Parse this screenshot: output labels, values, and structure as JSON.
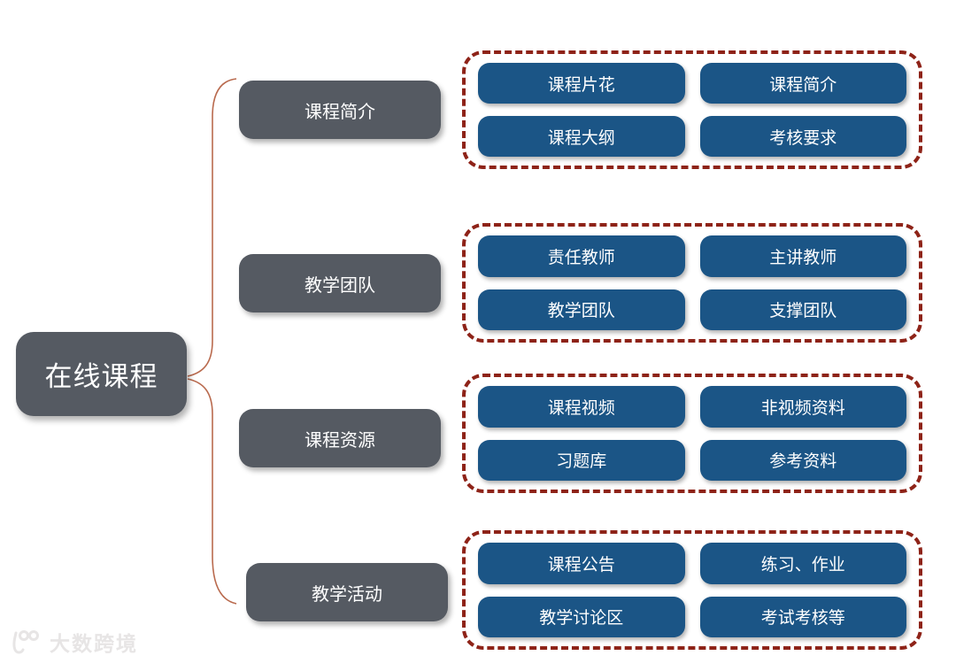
{
  "root": {
    "label": "在线课程"
  },
  "branches": [
    {
      "label": "课程简介",
      "items": [
        "课程片花",
        "课程简介",
        "课程大纲",
        "考核要求"
      ]
    },
    {
      "label": "教学团队",
      "items": [
        "责任教师",
        "主讲教师",
        "教学团队",
        "支撑团队"
      ]
    },
    {
      "label": "课程资源",
      "items": [
        "课程视频",
        "非视频资料",
        "习题库",
        "参考资料"
      ]
    },
    {
      "label": "教学活动",
      "items": [
        "课程公告",
        "练习、作业",
        "教学讨论区",
        "考试考核等"
      ]
    }
  ],
  "watermark": {
    "brand": "大数跨境"
  },
  "colors": {
    "node_gray": "#555A62",
    "leaf_blue": "#1B5586",
    "group_border_red": "#8E2318",
    "connector_line": "#B96A4E",
    "background": "#FFFFFF"
  }
}
